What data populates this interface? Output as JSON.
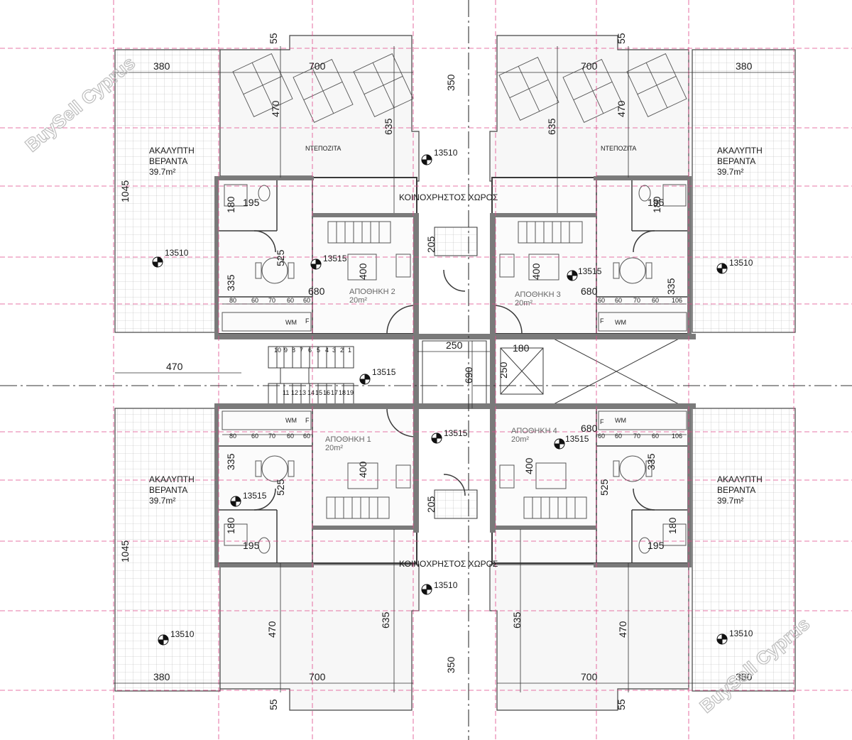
{
  "plan": {
    "dims": {
      "veranda_width": "380",
      "front_width": "700",
      "corridor_depth": "350",
      "front_depth": "635",
      "side_depth": "470",
      "offset": "55",
      "height": "1045",
      "wc_width": "195",
      "wc_depth": "180",
      "living_depth": "525",
      "room_width": "680",
      "room_depth": "400",
      "hall_depth": "205",
      "kitchen_depth": "335",
      "stair_span": "250",
      "shaft_depth": "690",
      "lift_width": "180",
      "lift_depth": "250",
      "gap_width": "470",
      "k80": "80",
      "k60": "60",
      "k70": "70",
      "k106": "106"
    },
    "levels": {
      "l13510": "13510",
      "l13515": "13515"
    },
    "rooms": {
      "veranda_l1": "ΑΚΑΛΥΠΤΗ",
      "veranda_l2": "ΒΕΡΑΝΤΑ",
      "veranda_area": "39.7m²",
      "deposit": "ΝΤΕΠΟΖΙΤΑ",
      "common": "ΚΟΙΝΟΧΡΗΣΤΟΣ ΧΩΡΟΣ",
      "storage1": "ΑΠΟΘΗΚΗ 1",
      "storage2": "ΑΠΟΘΗΚΗ 2",
      "storage3": "ΑΠΟΘΗΚΗ 3",
      "storage4": "ΑΠΟΘΗΚΗ 4",
      "storage_area": "20m²",
      "wm": "WM",
      "fridge": "F"
    },
    "stairs": {
      "upper": [
        "10",
        "9",
        "8",
        "7",
        "6",
        "5",
        "4",
        "3",
        "2",
        "1"
      ],
      "lower": [
        "11",
        "12",
        "13",
        "14",
        "15",
        "16",
        "17",
        "18",
        "19"
      ]
    },
    "watermark": "BuySell Cyprus",
    "colors": {
      "grid": "#e04b8a",
      "axis": "#333333",
      "wall": "#3a3a3a",
      "hatch": "#9a9a9a",
      "fill": "#f6f6f6"
    }
  }
}
